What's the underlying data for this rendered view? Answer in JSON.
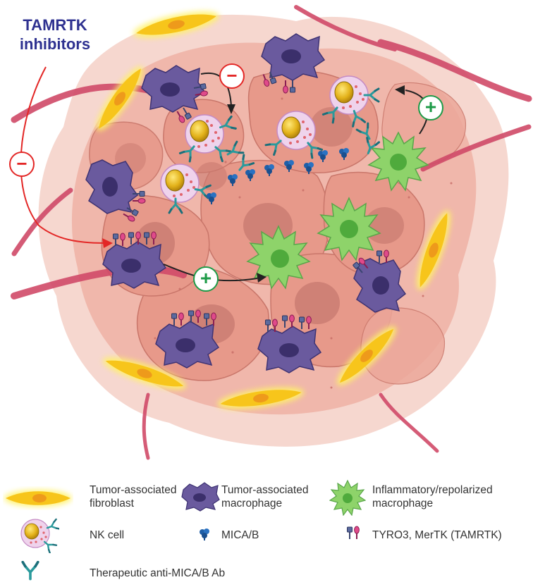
{
  "title": {
    "line1": "TAMRTK",
    "line2": "inhibitors"
  },
  "signs": {
    "inhibit": "−",
    "activate": "+"
  },
  "legend": {
    "fibroblast": {
      "line1": "Tumor-associated",
      "line2": "fibroblast",
      "icon": "fibroblast-icon"
    },
    "tam": {
      "line1": "Tumor-associated",
      "line2": "macrophage",
      "icon": "tam-icon"
    },
    "inflammatory": {
      "line1": "Inflammatory/repolarized",
      "line2": "macrophage",
      "icon": "inflammatory-macrophage-icon"
    },
    "nk": {
      "label": "NK cell",
      "icon": "nk-cell-icon"
    },
    "mica": {
      "label": "MICA/B",
      "icon": "mica-icon"
    },
    "tamrtk": {
      "label": "TYRO3, MerTK (TAMRTK)",
      "icon": "receptor-icon"
    },
    "antibody": {
      "label": "Therapeutic anti-MICA/B Ab",
      "icon": "antibody-icon"
    }
  },
  "colors": {
    "title": "#2e3190",
    "inhibit": "#e32726",
    "activate": "#1e9b48",
    "tumor": "#e8a090",
    "vessel": "#d04a68",
    "fibroblast": "#f7c51b",
    "tam": "#6a5a9e",
    "inflammatory": "#8ed36a",
    "nk": "#e9c9e6",
    "mica": "#1f5fa8",
    "antibody": "#2a9a9c"
  }
}
